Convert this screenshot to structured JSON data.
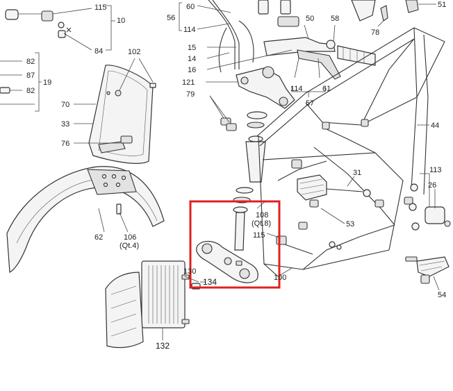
{
  "diagram": {
    "highlight_color": "#e02020",
    "labels": {
      "l115top": "115",
      "l10": "10",
      "l84": "84",
      "l82a": "82",
      "l87": "87",
      "l82b": "82",
      "l19": "19",
      "l102": "102",
      "l70": "70",
      "l33": "33",
      "l76": "76",
      "l62": "62",
      "l106": "106",
      "l106q": "(Qt.4)",
      "l60": "60",
      "l56": "56",
      "l114a": "114",
      "l15": "15",
      "l14": "14",
      "l16": "16",
      "l121": "121",
      "l79": "79",
      "l50": "50",
      "l58": "58",
      "l114b": "114",
      "l61": "61",
      "l57": "57",
      "l78": "78",
      "l51": "51",
      "l44": "44",
      "l31": "31",
      "l53": "53",
      "l108": "108",
      "l108q": "(Qt.8)",
      "l115mid": "115",
      "l100": "100",
      "l130": "130",
      "l134": "134",
      "l132": "132",
      "l113": "113",
      "l26": "26",
      "l54": "54"
    }
  }
}
